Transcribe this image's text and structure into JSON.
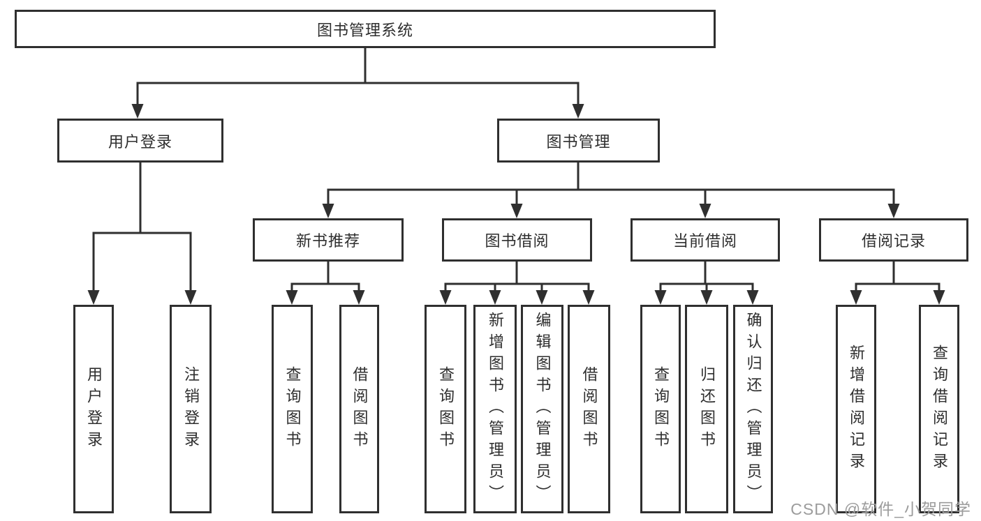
{
  "diagram": {
    "root": {
      "label": "图书管理系统"
    },
    "branches": [
      {
        "label": "用户登录",
        "children": [
          {
            "label": "用户登录"
          },
          {
            "label": "注销登录"
          }
        ]
      },
      {
        "label": "图书管理",
        "children": [
          {
            "label": "新书推荐",
            "children": [
              {
                "label": "查询图书"
              },
              {
                "label": "借阅图书"
              }
            ]
          },
          {
            "label": "图书借阅",
            "children": [
              {
                "label": "查询图书"
              },
              {
                "label": "新增图书（管理员）"
              },
              {
                "label": "编辑图书（管理员）"
              },
              {
                "label": "借阅图书"
              }
            ]
          },
          {
            "label": "当前借阅",
            "children": [
              {
                "label": "查询图书"
              },
              {
                "label": "归还图书"
              },
              {
                "label": "确认归还（管理员）"
              }
            ]
          },
          {
            "label": "借阅记录",
            "children": [
              {
                "label": "新增借阅记录"
              },
              {
                "label": "查询借阅记录"
              }
            ]
          }
        ]
      }
    ]
  },
  "watermark": {
    "text": "CSDN @软件_小贺同学"
  },
  "colors": {
    "line": "#2f2f2f",
    "text": "#2e2e2e",
    "watermark": "#9c9c9c",
    "background": "#ffffff"
  }
}
